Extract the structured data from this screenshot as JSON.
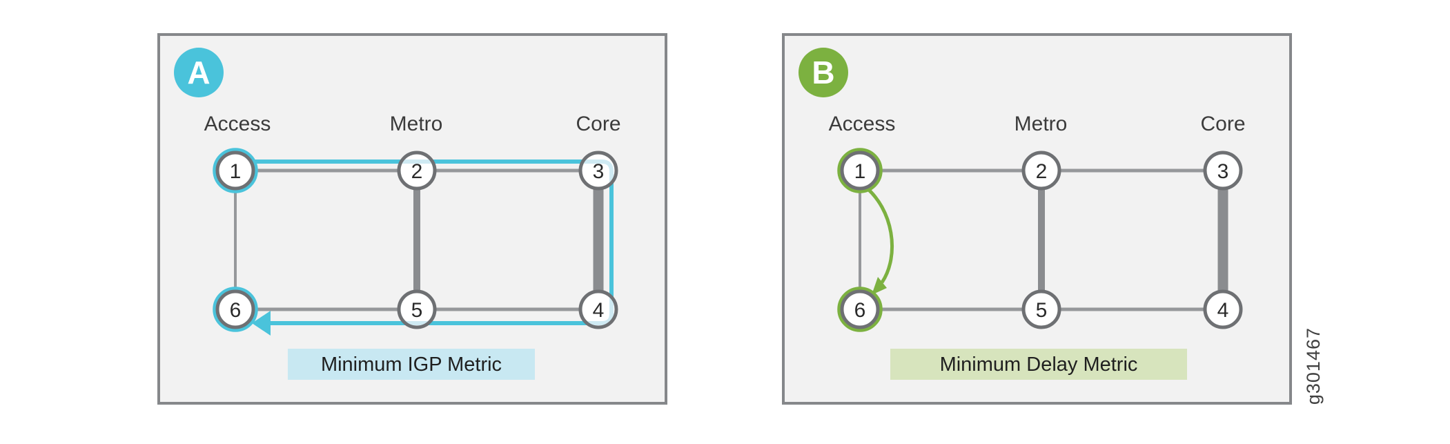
{
  "watermark": "g301467",
  "panel_a": {
    "badge": "A",
    "accent": "#4ac3db",
    "accent_pale": "#cfeaf3",
    "caption": "Minimum IGP Metric",
    "caption_bg": "#c8e8f2",
    "columns": {
      "access": "Access",
      "metro": "Metro",
      "core": "Core"
    },
    "nodes": {
      "n1": "1",
      "n2": "2",
      "n3": "3",
      "n4": "4",
      "n5": "5",
      "n6": "6"
    }
  },
  "panel_b": {
    "badge": "B",
    "accent": "#7cb140",
    "caption": "Minimum Delay Metric",
    "caption_bg": "#d7e4bd",
    "columns": {
      "access": "Access",
      "metro": "Metro",
      "core": "Core"
    },
    "nodes": {
      "n1": "1",
      "n2": "2",
      "n3": "3",
      "n4": "4",
      "n5": "5",
      "n6": "6"
    }
  }
}
